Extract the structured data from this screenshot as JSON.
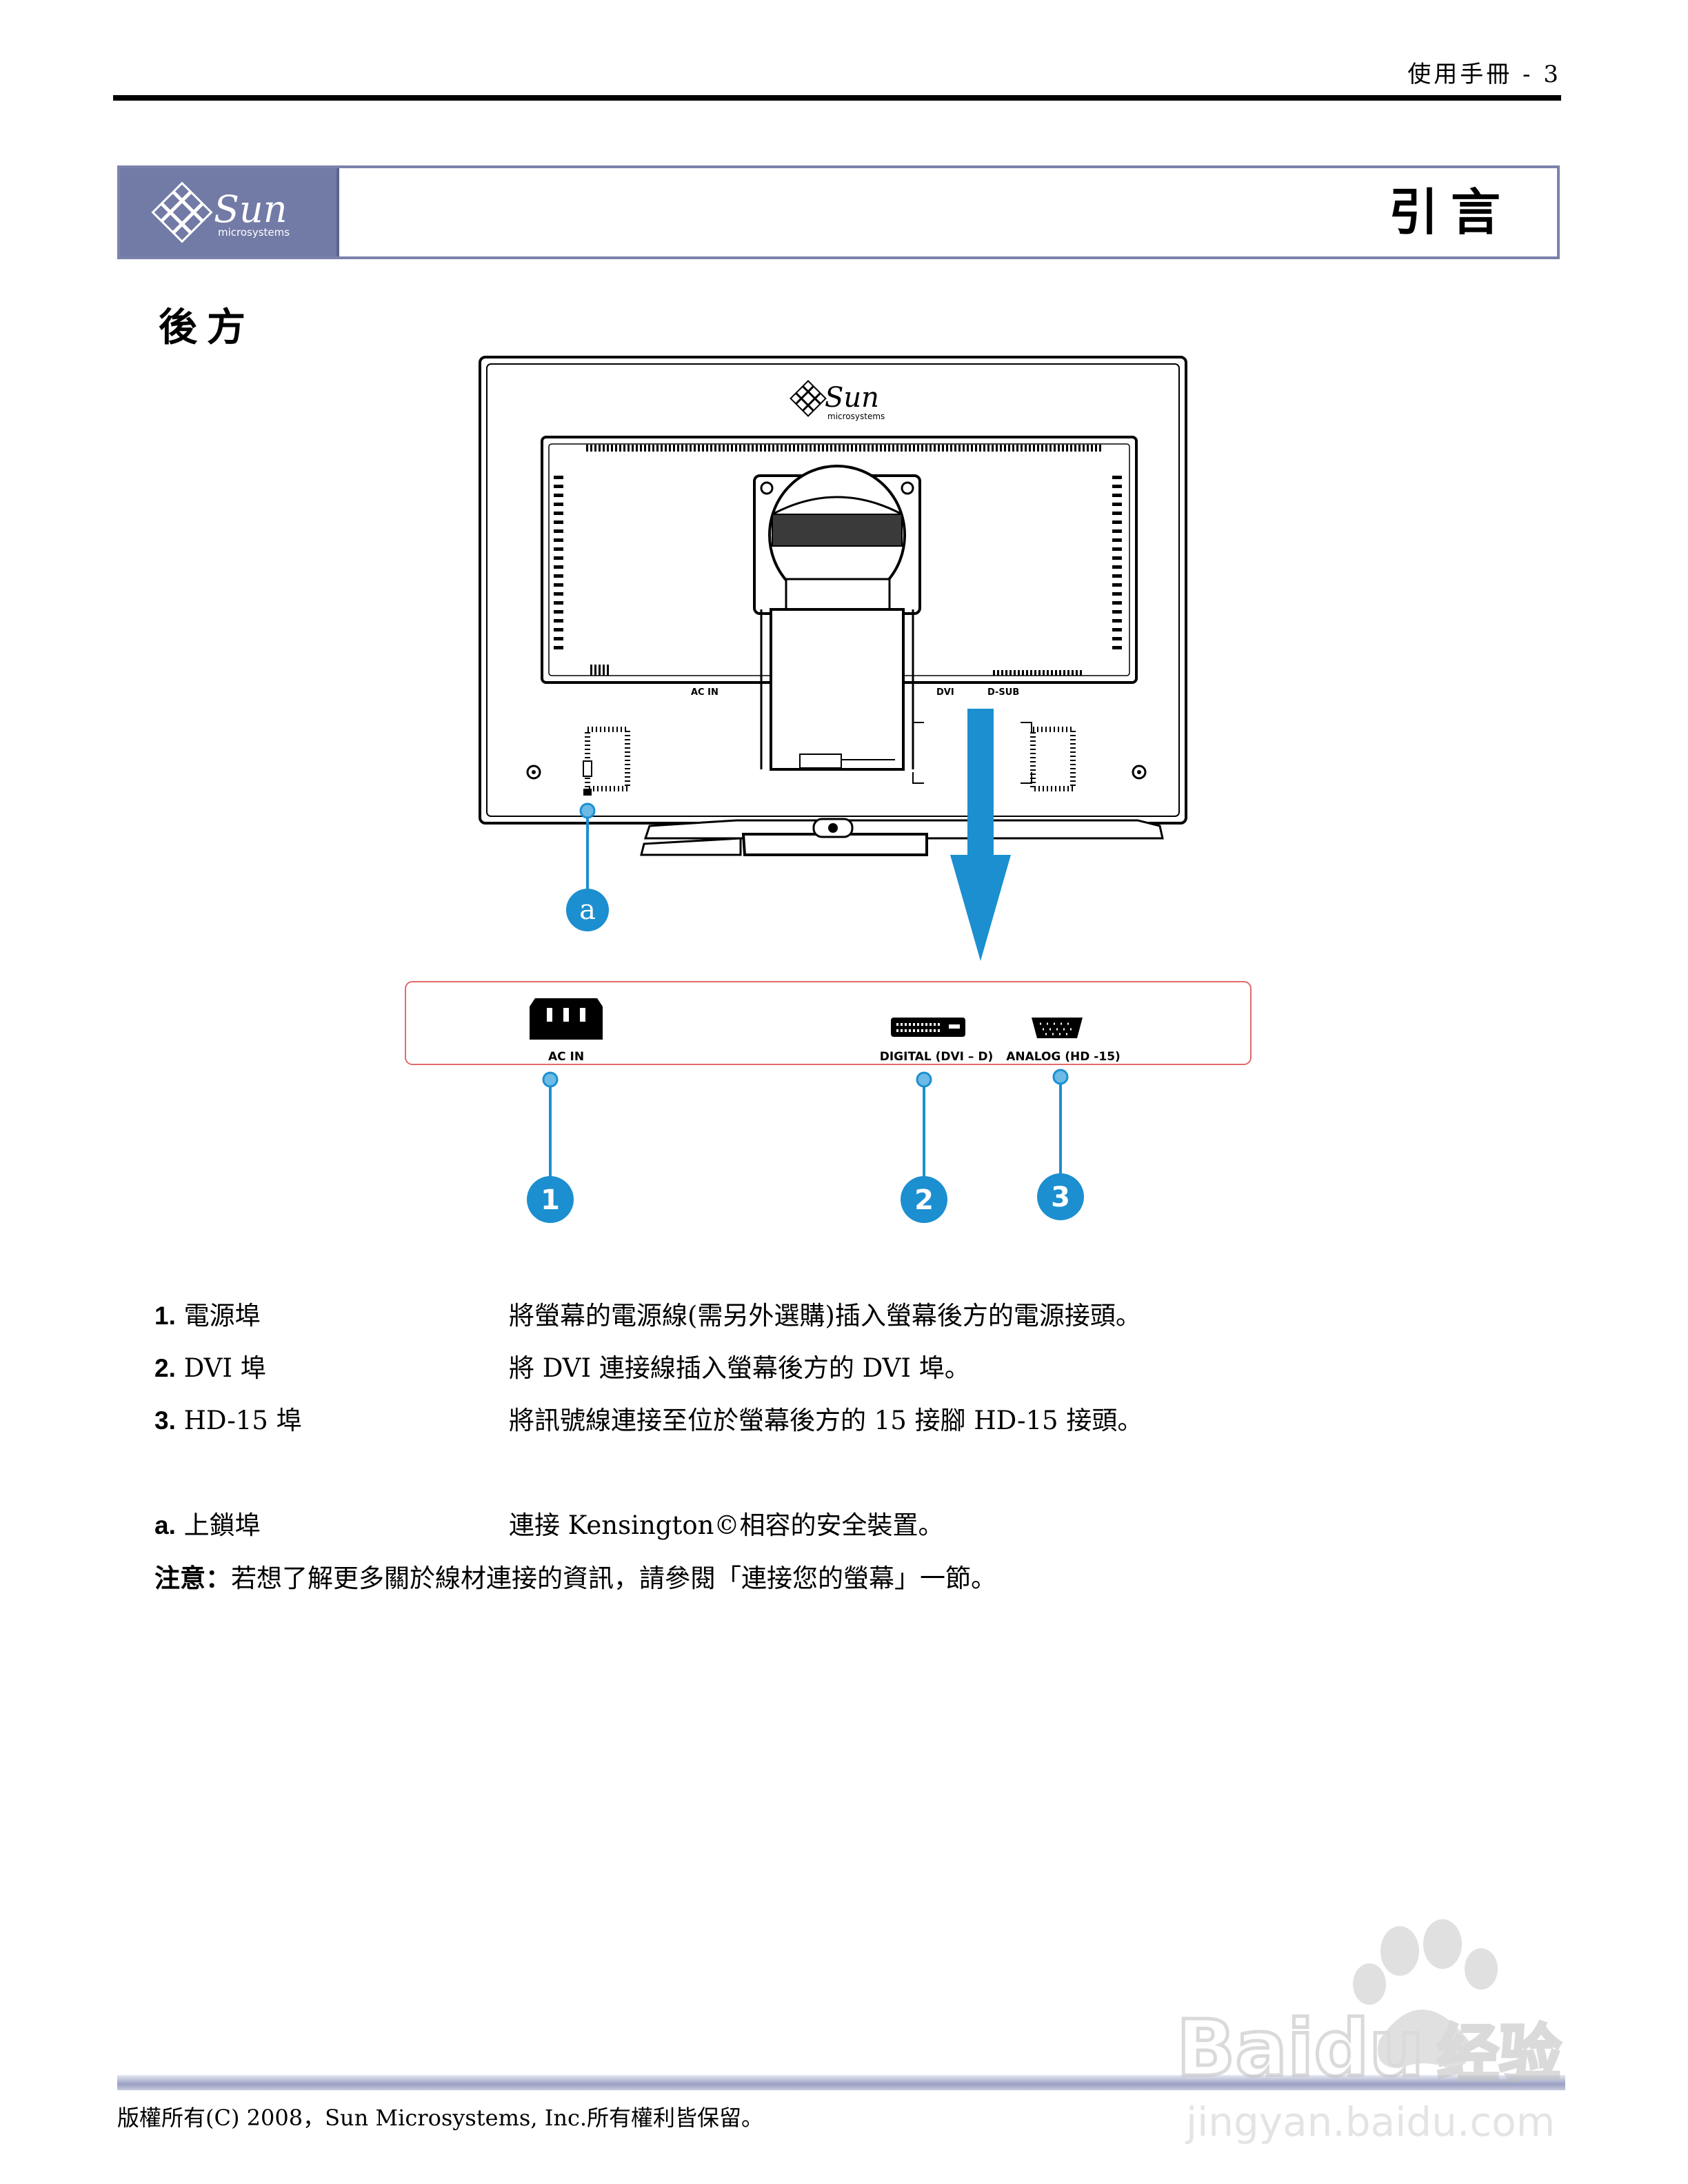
{
  "header": {
    "text": "使用手冊 - 3"
  },
  "banner": {
    "logo": {
      "wordmark": "Sun",
      "sub": "microsystems"
    },
    "title": "引言"
  },
  "section": {
    "title": "後方"
  },
  "figure": {
    "monitor_logo": {
      "wordmark": "Sun",
      "sub": "microsystems"
    },
    "panel_labels": {
      "ac_in": "AC IN",
      "dvi": "DVI",
      "dsub": "D-SUB"
    },
    "port_labels": {
      "ac_in": "AC  IN",
      "digital": "DIGITAL (DVI – D)",
      "analog": "ANALOG (HD -15)"
    },
    "callouts": {
      "c1": "1",
      "c2": "2",
      "c3": "3",
      "ca": "a"
    },
    "colors": {
      "callout": "#1b8fd0",
      "arrow": "#1b8fd0",
      "port_box": "#e26a6a"
    }
  },
  "items": [
    {
      "num": "1.",
      "term": "電源埠",
      "desc": "將螢幕的電源線(需另外選購)插入螢幕後方的電源接頭。"
    },
    {
      "num": "2.",
      "term": "DVI 埠",
      "desc": "將 DVI 連接線插入螢幕後方的 DVI 埠。"
    },
    {
      "num": "3.",
      "term": "HD-15 埠",
      "desc": "將訊號線連接至位於螢幕後方的 15 接腳 HD-15 接頭。"
    },
    {
      "num": "a.",
      "term": "上鎖埠",
      "desc": "連接 Kensington©相容的安全裝置。"
    }
  ],
  "note": {
    "label": "注意：",
    "text": "若想了解更多關於線材連接的資訊，請參閱「連接您的螢幕」一節。"
  },
  "footer": {
    "text": "版權所有(C) 2008，Sun Microsystems, Inc.所有權利皆保留。"
  },
  "watermark": {
    "brand": "Baidu",
    "suffix": "经验",
    "url": "jingyan.baidu.com"
  }
}
